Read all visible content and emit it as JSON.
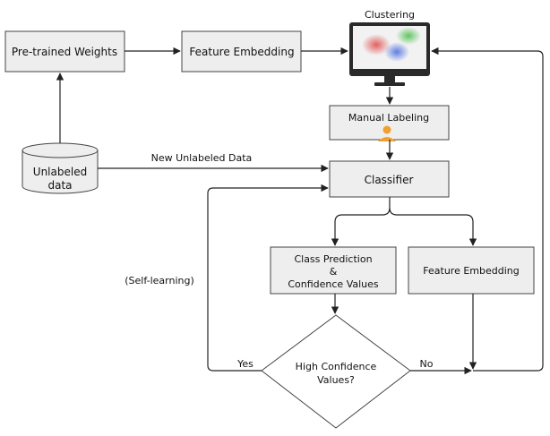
{
  "nodes": {
    "pretrained": "Pre-trained Weights",
    "feature_top": "Feature Embedding",
    "clustering": "Clustering",
    "manual": "Manual Labeling",
    "unlabeled_1": "Unlabeled",
    "unlabeled_2": "data",
    "classifier": "Classifier",
    "prediction_1": "Class Prediction",
    "prediction_2": "&",
    "prediction_3": "Confidence Values",
    "feature_bottom": "Feature Embedding",
    "decision_1": "High Confidence",
    "decision_2": "Values?"
  },
  "edges": {
    "new_unlabeled": "New Unlabeled Data",
    "self_learning": "(Self-learning)",
    "yes": "Yes",
    "no": "No"
  },
  "colors": {
    "box_fill": "#eeeeee",
    "line": "#222222",
    "monitor_body": "#2a2a2a",
    "person": "#f0a030"
  }
}
